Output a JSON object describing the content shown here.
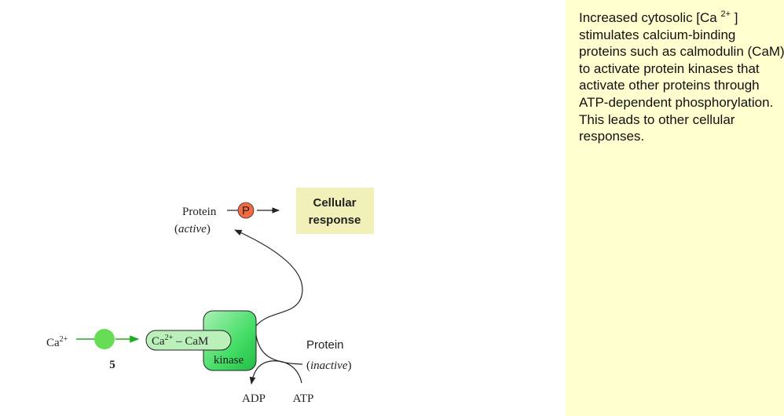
{
  "diagram": {
    "step_number": "5",
    "ion_base": "Ca",
    "ion_charge": "2+",
    "complex_label_base": "Ca",
    "complex_label_charge": "2+",
    "complex_label_rest": " – CaM",
    "kinase_label": "kinase",
    "protein_active_label": "Protein",
    "protein_active_state": "active",
    "phosphate_label": "P",
    "cellular_response_line1": "Cellular",
    "cellular_response_line2": "response",
    "protein_inactive_label": "Protein",
    "protein_inactive_state": "inactive",
    "adp_label": "ADP",
    "atp_label": "ATP"
  },
  "caption": {
    "part1": "Increased cytosolic [Ca ",
    "charge": "2+",
    "part2": " ] stimulates calcium-binding proteins such as calmodulin (CaM) to activate protein kinases that activate other proteins through ATP-dependent phosphorylation. This leads to other cellular responses."
  },
  "colors": {
    "caption_background": "#ffffd0",
    "cellular_response_box": "#f0f0b8",
    "phosphate": "#f26a40",
    "calcium_ion": "#66dd55",
    "kinase": "#44dd66",
    "complex": "#bbf0bb"
  }
}
